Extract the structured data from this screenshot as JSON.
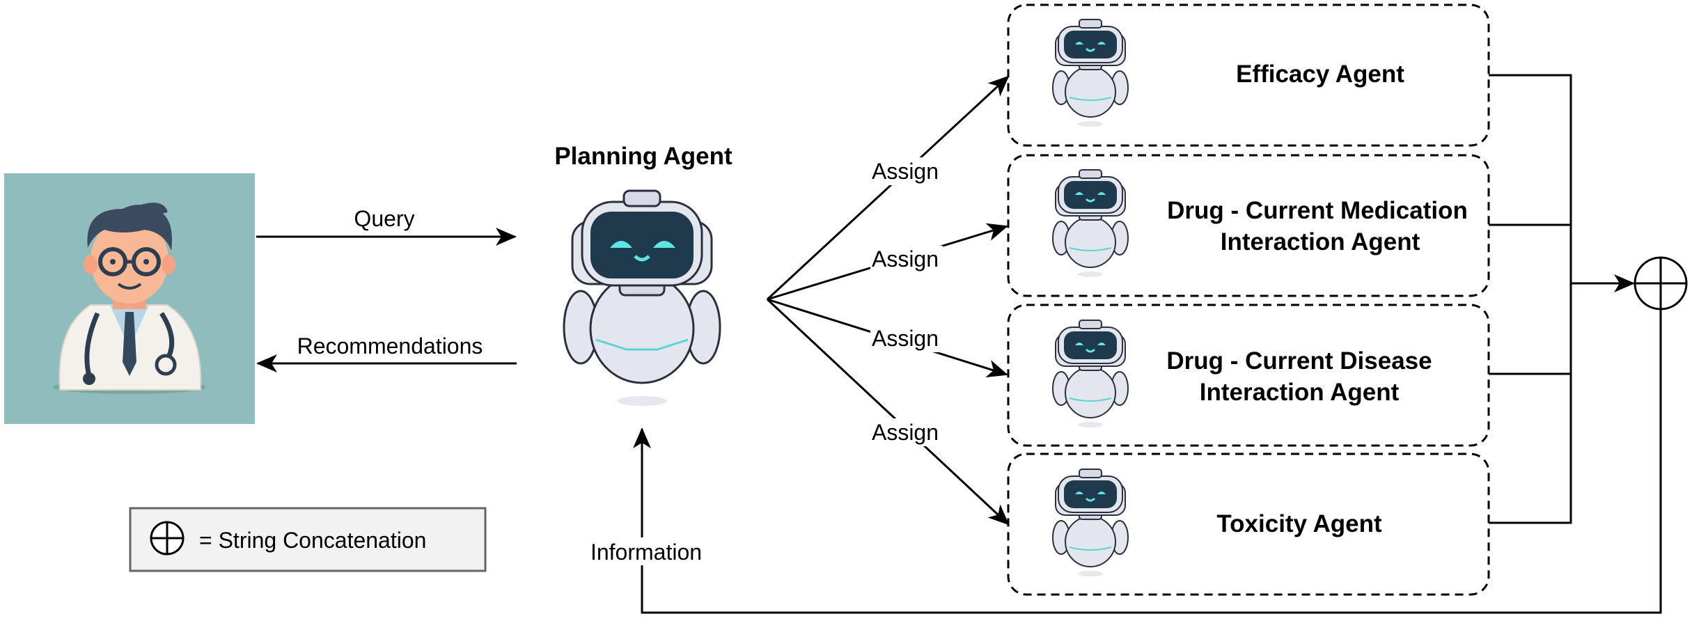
{
  "planning_agent": {
    "title": "Planning Agent"
  },
  "edges": {
    "query": "Query",
    "recommendations": "Recommendations",
    "information": "Information",
    "assign": [
      "Assign",
      "Assign",
      "Assign",
      "Assign"
    ]
  },
  "agents": [
    {
      "line1": "Efficacy Agent",
      "line2": ""
    },
    {
      "line1": "Drug - Current Medication",
      "line2": "Interaction Agent"
    },
    {
      "line1": "Drug - Current Disease",
      "line2": "Interaction Agent"
    },
    {
      "line1": "Toxicity Agent",
      "line2": ""
    }
  ],
  "legend": {
    "symbol": "circled-plus-icon",
    "text": "= String Concatenation"
  },
  "colors": {
    "doctor_bg": "#8fbdbd",
    "robot_visor": "#1f3a4d",
    "robot_eyes": "#5ee6e6",
    "robot_body": "#e4e6ee",
    "legend_bg": "#f2f2f2"
  }
}
